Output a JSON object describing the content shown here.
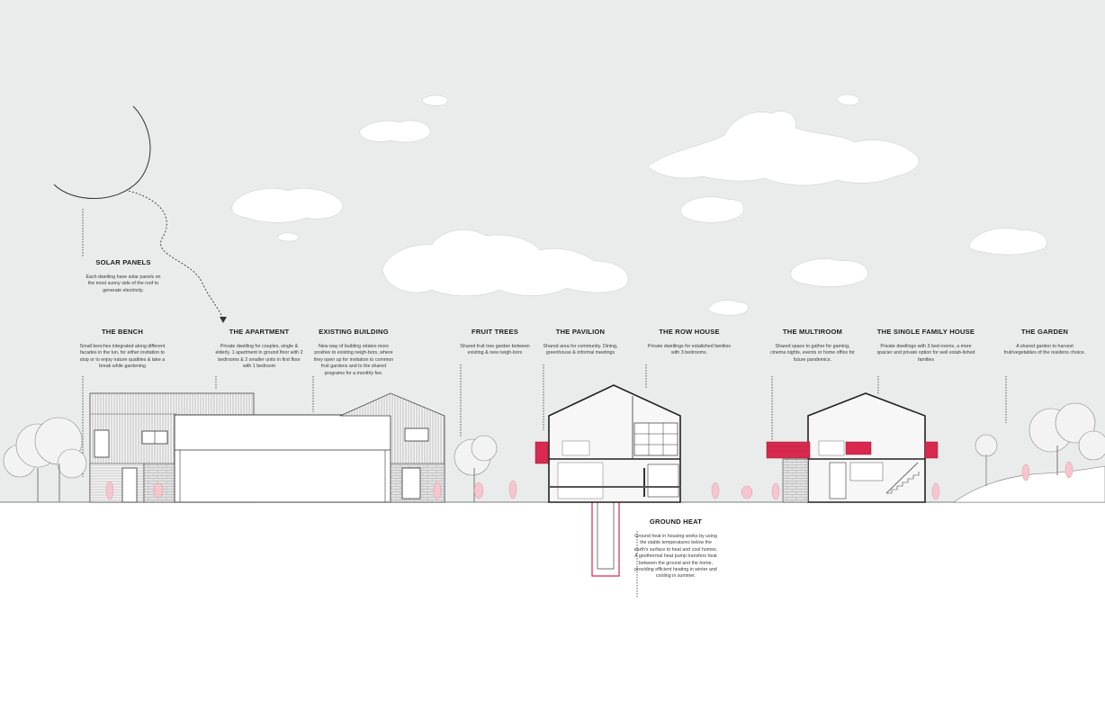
{
  "colors": {
    "sky": "#e9eceb",
    "ground": "#ffffff",
    "accent": "#d9294f",
    "line": "#3a3a3a"
  },
  "labels": {
    "solar_panels": {
      "title": "SOLAR PANELS",
      "desc": "Each dwelling have solar panels on the most sunny side of the roof to generate electricity."
    },
    "the_bench": {
      "title": "THE BENCH",
      "desc": "Small benches integrated along different facades in the tun, for either invitation to stop or to enjoy nature qualities & take a break while gardening"
    },
    "the_apartment": {
      "title": "THE APARTMENT",
      "desc": "Private dwelling for couples, single & elderly. 1 apartment in ground floor with 2 bedrooms & 2 smaller units in first floor with 1 bedroom"
    },
    "existing_building": {
      "title": "EXISTING BUILDING",
      "desc": "New way of building relates more positive to existing neigh-bors, where they open up for invitation to common fruit gardens and to the shared programs for a monthly fee."
    },
    "fruit_trees": {
      "title": "FRUIT TREES",
      "desc": "Shared fruit tree garden between existing & new neigh-bors"
    },
    "the_pavilion": {
      "title": "THE PAVILION",
      "desc": "Shared area for community. Dining, greenhouse & informal meetings"
    },
    "the_row_house": {
      "title": "THE ROW HOUSE",
      "desc": "Private dwellings for estalished families with 3 bedrooms."
    },
    "the_multiroom": {
      "title": "THE MULTIROOM",
      "desc": "Shared space to gather for gaming, cinema nights, events or home office for future pandemics."
    },
    "the_single_family_house": {
      "title": "THE SINGLE FAMILY HOUSE",
      "desc": "Private dwellings with 3 bed-rooms, a more spacier and private option for well estab-lished families"
    },
    "the_garden": {
      "title": "THE GARDEN",
      "desc": "A shared garden to harvest fruit/vegetables of the residens choice."
    },
    "ground_heat": {
      "title": "GROUND HEAT",
      "desc": "Ground heat in housing works by using the stable temperatures below the earth's surface to heat and cool homes. A geothermal heat pump transfers heat between the ground and the home, providing efficient heating in winter and cooling in summer."
    }
  }
}
